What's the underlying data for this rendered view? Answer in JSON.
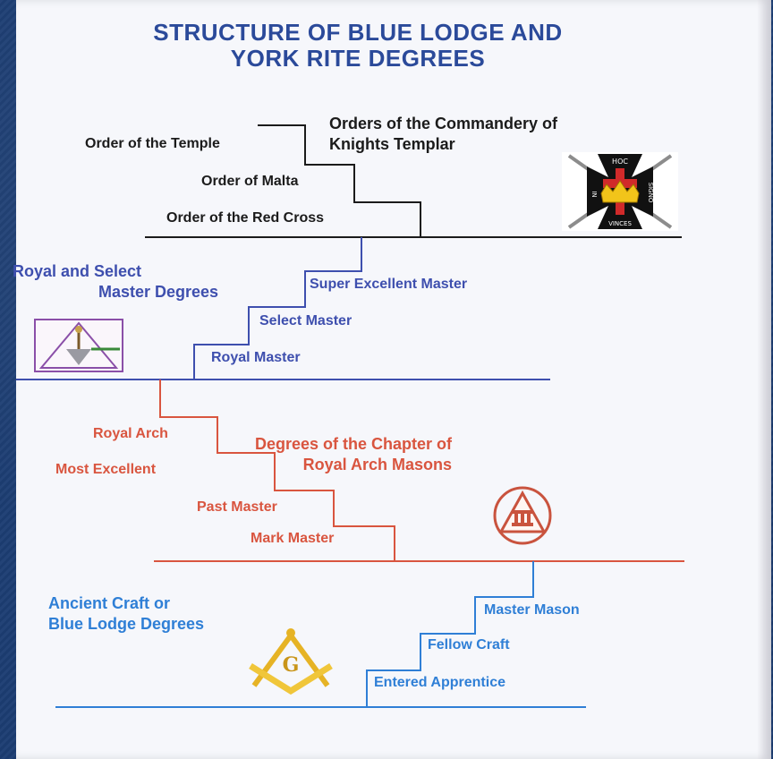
{
  "title": {
    "line1": "STRUCTURE OF BLUE LODGE AND",
    "line2": "YORK RITE DEGREES"
  },
  "commandery": {
    "heading": {
      "line1": "Orders of the Commandery of",
      "line2": "Knights Templar"
    },
    "steps": [
      "Order of the Temple",
      "Order of Malta",
      "Order of the Red Cross"
    ],
    "emblem": {
      "top_text": "HOC",
      "left_text": "IN",
      "right_text": "SIGNO",
      "bottom_text": "VINCES",
      "icon": "templar-cross-crown-icon"
    },
    "color": "#1b1b1b"
  },
  "cryptic": {
    "heading": {
      "line1": "Royal and Select",
      "line2": "Master Degrees"
    },
    "steps": [
      "Super Excellent Master",
      "Select Master",
      "Royal Master"
    ],
    "emblem": {
      "icon": "triangle-trowel-icon"
    },
    "color": "#3e4fae"
  },
  "chapter": {
    "heading": {
      "line1": "Degrees of the Chapter of",
      "line2": "Royal Arch Masons"
    },
    "steps": [
      "Royal Arch",
      "Most Excellent",
      "Past Master",
      "Mark Master"
    ],
    "emblem": {
      "icon": "triple-tau-icon"
    },
    "color": "#d9553f"
  },
  "blue_lodge": {
    "heading": {
      "line1": "Ancient Craft or",
      "line2": "Blue Lodge Degrees"
    },
    "steps": [
      "Master Mason",
      "Fellow Craft",
      "Entered Apprentice"
    ],
    "emblem": {
      "letter": "G",
      "icon": "square-compasses-icon"
    },
    "color": "#2f7fd6"
  }
}
